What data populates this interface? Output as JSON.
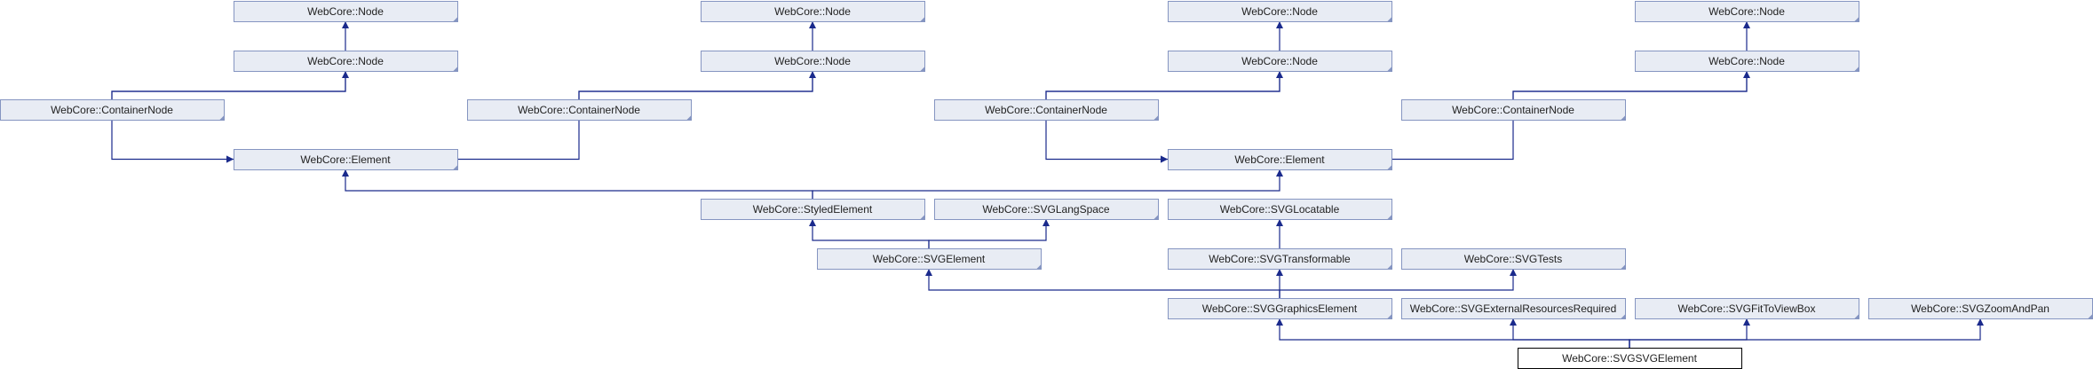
{
  "diagram": {
    "colors": {
      "box_fill": "#E8ECF4",
      "box_border": "#8595C1",
      "edge": "#1A2A8C",
      "current_fill": "#ffffff",
      "current_border": "#000000"
    },
    "nodes": [
      {
        "id": "n1",
        "label": "WebCore::Node"
      },
      {
        "id": "n2",
        "label": "WebCore::Node"
      },
      {
        "id": "n3",
        "label": "WebCore::Node"
      },
      {
        "id": "n4",
        "label": "WebCore::Node"
      },
      {
        "id": "n5",
        "label": "WebCore::Node"
      },
      {
        "id": "n6",
        "label": "WebCore::Node"
      },
      {
        "id": "n7",
        "label": "WebCore::Node"
      },
      {
        "id": "n8",
        "label": "WebCore::Node"
      },
      {
        "id": "c1",
        "label": "WebCore::ContainerNode"
      },
      {
        "id": "c2",
        "label": "WebCore::ContainerNode"
      },
      {
        "id": "c3",
        "label": "WebCore::ContainerNode"
      },
      {
        "id": "c4",
        "label": "WebCore::ContainerNode"
      },
      {
        "id": "e1",
        "label": "WebCore::Element"
      },
      {
        "id": "e2",
        "label": "WebCore::Element"
      },
      {
        "id": "styled",
        "label": "WebCore::StyledElement"
      },
      {
        "id": "langspace",
        "label": "WebCore::SVGLangSpace"
      },
      {
        "id": "locatable",
        "label": "WebCore::SVGLocatable"
      },
      {
        "id": "svgelement",
        "label": "WebCore::SVGElement"
      },
      {
        "id": "transformable",
        "label": "WebCore::SVGTransformable"
      },
      {
        "id": "tests",
        "label": "WebCore::SVGTests"
      },
      {
        "id": "graphics",
        "label": "WebCore::SVGGraphicsElement"
      },
      {
        "id": "external",
        "label": "WebCore::SVGExternalResourcesRequired"
      },
      {
        "id": "fittoviewbox",
        "label": "WebCore::SVGFitToViewBox"
      },
      {
        "id": "zoomandpan",
        "label": "WebCore::SVGZoomAndPan"
      },
      {
        "id": "svgsvg",
        "label": "WebCore::SVGSVGElement",
        "current": true
      }
    ],
    "edges": [
      {
        "from": "n1",
        "to": "c1"
      },
      {
        "from": "n2",
        "to": "c1"
      },
      {
        "from": "n3",
        "to": "c2"
      },
      {
        "from": "n4",
        "to": "c2"
      },
      {
        "from": "n5",
        "to": "c3"
      },
      {
        "from": "n6",
        "to": "c3"
      },
      {
        "from": "n7",
        "to": "c4"
      },
      {
        "from": "n8",
        "to": "c4"
      },
      {
        "from": "c1",
        "to": "e1"
      },
      {
        "from": "c2",
        "to": "e1"
      },
      {
        "from": "c3",
        "to": "e2"
      },
      {
        "from": "c4",
        "to": "e2"
      },
      {
        "from": "e1",
        "to": "styled"
      },
      {
        "from": "e2",
        "to": "styled"
      },
      {
        "from": "styled",
        "to": "svgelement"
      },
      {
        "from": "langspace",
        "to": "svgelement"
      },
      {
        "from": "locatable",
        "to": "transformable"
      },
      {
        "from": "svgelement",
        "to": "graphics"
      },
      {
        "from": "transformable",
        "to": "graphics"
      },
      {
        "from": "tests",
        "to": "graphics"
      },
      {
        "from": "graphics",
        "to": "svgsvg"
      },
      {
        "from": "external",
        "to": "svgsvg"
      },
      {
        "from": "fittoviewbox",
        "to": "svgsvg"
      },
      {
        "from": "zoomandpan",
        "to": "svgsvg"
      }
    ]
  }
}
